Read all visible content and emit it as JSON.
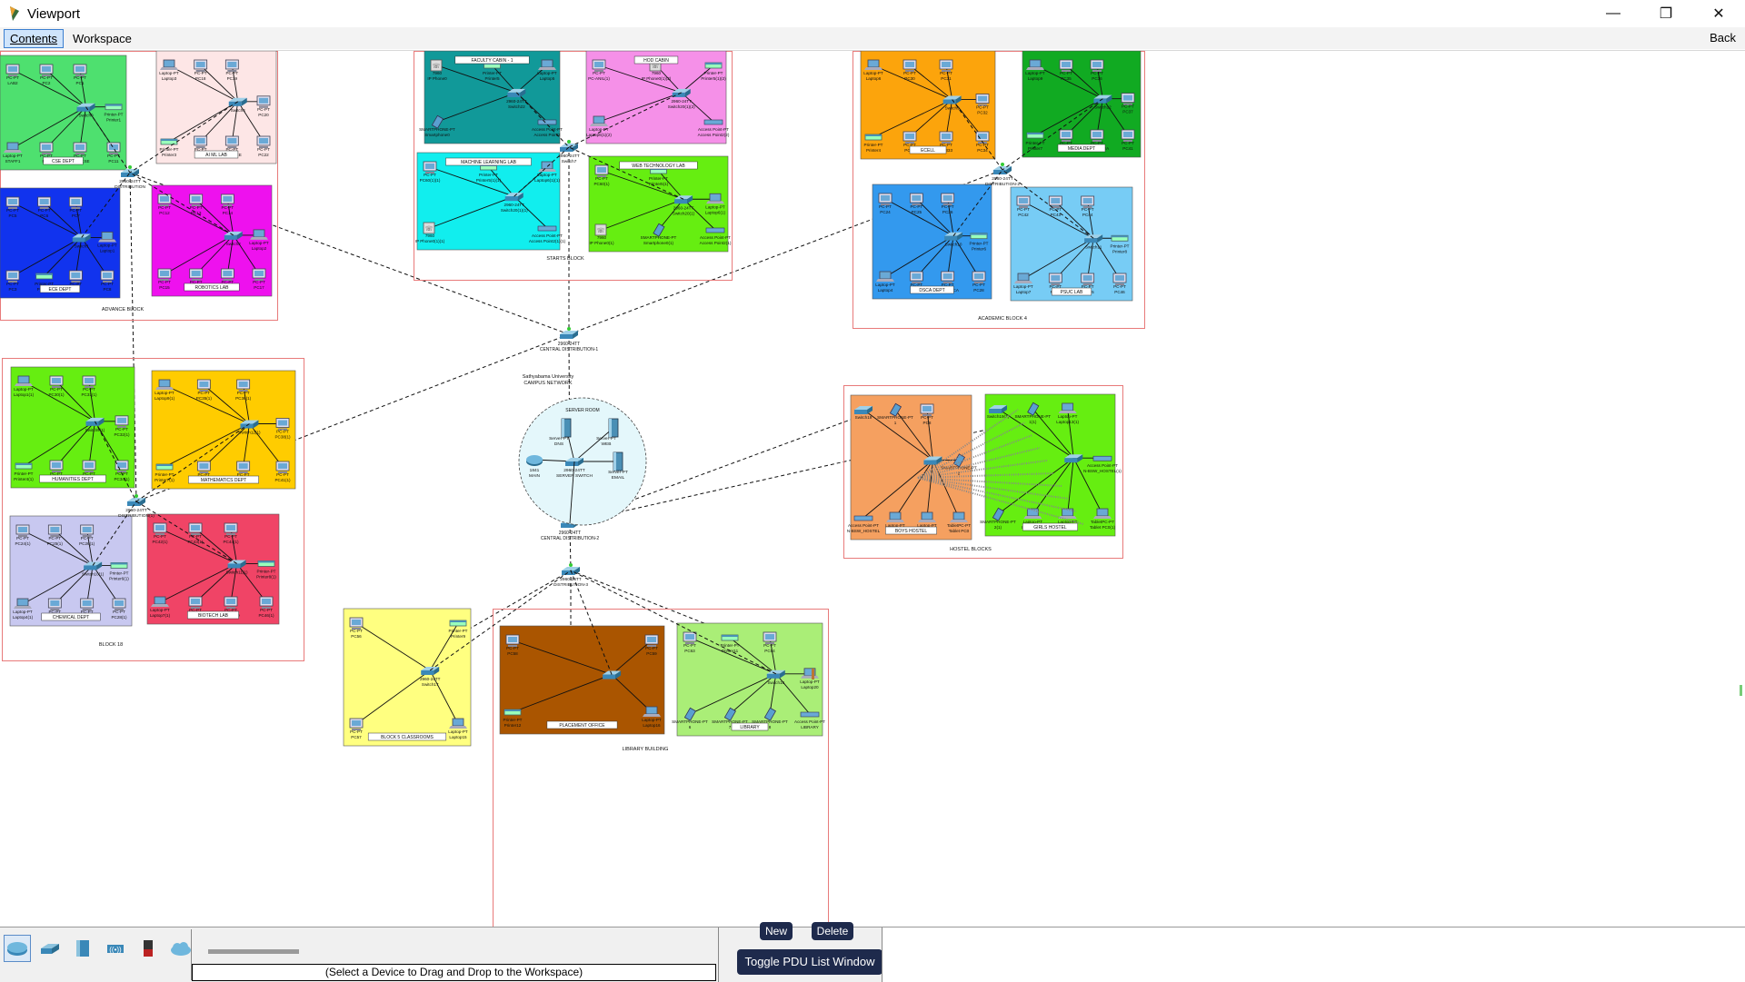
{
  "window": {
    "title": "Viewport"
  },
  "menu": {
    "contents": "Contents",
    "workspace": "Workspace",
    "back": "Back"
  },
  "bottom": {
    "device_hint": "(Select a Device to Drag and Drop to the Workspace)",
    "new_label": "New",
    "delete_label": "Delete",
    "toggle_label": "Toggle PDU List Window",
    "device_icons": [
      "router-icon",
      "switch-icon",
      "hub-icon",
      "wireless-icon",
      "security-icon",
      "wan-cloud-icon"
    ]
  },
  "network": {
    "center_title": "Sathyabama University",
    "center_subtitle": "CAMPUS NETWORK",
    "central_dist_1": "2960-24TT\nCENTRAL DISTRIBUTION-1",
    "central_dist_2": "2960-24TT\nCENTRAL DISTRIBUTION-2",
    "server_room": {
      "label": "SERVER ROOM",
      "devices": [
        "Server-PT\nDNS",
        "Server-PT\nWEB",
        "1841\nMAIN",
        "2960-24TT\nSERVER SWITCH",
        "Server-PT\nEMAIL"
      ]
    },
    "blocks": [
      {
        "label": "ADVANCE BLOCK",
        "dist": "2960-24TT\nDISTRIBUTION",
        "colors": {
          "border": "#e87a7a"
        },
        "rooms": [
          {
            "label": "CSE DEPT",
            "color": "#4ee06f",
            "devices": [
              "PC-PT\nLAB2",
              "PC-PT\nPC2",
              "PC-PT\nPC1",
              "Printer-PT\nPrinter1",
              "Laptop-PT\nSTAFF1",
              "PC-PT\nPC9",
              "PC-PT\nHOD-CSE",
              "PC-PT\nPC11"
            ],
            "switch": "Switch0"
          },
          {
            "label": "AI ML LAB",
            "color": "#fde6e6",
            "devices": [
              "Laptop-PT\nLaptop3",
              "PC-PT\nPC18",
              "PC-PT\nPC19",
              "PC-PT\nPC20",
              "Printer-PT\nPrinter3",
              "PC-PT\nPC23",
              "PC-PT\nHOD-EEE",
              "PC-PT\nPC22"
            ],
            "switch": "Switch4"
          },
          {
            "label": "ECE DEPT",
            "color": "#1133ee",
            "devices": [
              "PC-PT\nPC5",
              "PC-PT\nPC6",
              "PC-PT\nPC7",
              "Laptop-PT\nLaptop1",
              "PC-PT\nPC3",
              "Printer-PT\nPrinter2",
              "PC-PT\nPC4",
              "PC-PT\nPC8"
            ],
            "switch": "Switch1"
          },
          {
            "label": "ROBOTICS LAB",
            "color": "#ee11ee",
            "devices": [
              "PC-PT\nPC12",
              "PC-PT\nPC13",
              "PC-PT\nPC14",
              "Laptop-PT\nLaptop2",
              "PC-PT\nPC15",
              "PC-PT\nHOD-ECE",
              "PC-PT\nPC16",
              "PC-PT\nPC17"
            ],
            "switch": "Switch2"
          }
        ]
      },
      {
        "label": "STARTS BLOCK",
        "dist": "2960-24TT\nSwitch7",
        "rooms": [
          {
            "label": "FACULTY CABIN - 1",
            "color": "#119999",
            "devices": [
              "7960\nIP Phone0",
              "Printer-PT\nPrinter5",
              "Laptop-PT\nLaptop5",
              "SMARTPHONE-PT\nSmartphone0",
              "Access Point-PT\nAccess Point2"
            ],
            "switch": "2960-24TT\nSwitch22"
          },
          {
            "label": "HOD CABIN",
            "color": "#f590e8",
            "devices": [
              "PC-PT\nPC-ANIL(1)",
              "7960\nIP Phone0(1)(2)",
              "Printer-PT\nPrinter5(1)(2)",
              "Laptop-PT\nLaptop6(1)(2)",
              "Access Point-PT\nAccess Point2(2)"
            ],
            "switch": "2960-24TT\nSwitch20(1)(2)"
          },
          {
            "label": "MACHINE LEARNING LAB",
            "color": "#11eeee",
            "devices": [
              "PC-PT\nPC60(1)(1)",
              "Printer-PT\nPrinter5(1)(1)",
              "Laptop-PT\nLaptop6(1)(1)",
              "7960\nIP Phone0(1)(1)",
              "Access Point-PT\nAccess Point2(1)(1)"
            ],
            "switch": "2960-24TT\nSwitch20(1)(1)"
          },
          {
            "label": "WEB TECHNOLOGY LAB",
            "color": "#66ee11",
            "devices": [
              "PC-PT\nPC60(1)",
              "Printer-PT\nPrinter5(1)",
              "Laptop-PT\nLaptop6(1)",
              "7960\nIP Phone0(1)",
              "SMARTPHONE-PT\nSmartphone0(1)",
              "Access Point-PT\nAccess Point2(1)"
            ],
            "switch": "2960-24TT\nSwitch20(1)"
          }
        ]
      },
      {
        "label": "ACADEMIC BLOCK 4",
        "dist": "2960-24TT\nDISTRIBUTION-2",
        "rooms": [
          {
            "label": "ECELL",
            "color": "#fca40c",
            "devices": [
              "Laptop-PT\nLaptop6",
              "PC-PT\nPC30",
              "PC-PT\nPC31",
              "PC-PT\nPC32",
              "Printer-PT\nPrinter4",
              "PC-PT\nPC33",
              "PC-PT\nPC333",
              "PC-PT\nPC34"
            ],
            "switch": "Switch9"
          },
          {
            "label": "MEDIA DEPT",
            "color": "#11aa22",
            "devices": [
              "Laptop-PT\nLaptop9",
              "PC-PT\nPC35",
              "PC-PT\nPC36",
              "PC-PT\nPC37",
              "Printer-PT\nPrinter7",
              "PC-PT\nPC39",
              "PC-PT\nHOD-MEDIA",
              "PC-PT\nPC41"
            ],
            "switch": "Switch12"
          },
          {
            "label": "DSCA DEPT",
            "color": "#3399ee",
            "devices": [
              "PC-PT\nPC24",
              "PC-PT\nPC25",
              "PC-PT\nPC26",
              "Printer-PT\nPrinter6",
              "Laptop-PT\nLaptop4",
              "PC-PT\nPC27",
              "PC-PT\nHOD-DSCA",
              "PC-PT\nPC28"
            ],
            "switch": "Switch10"
          },
          {
            "label": "PSUC LAB",
            "color": "#77ccf5",
            "devices": [
              "PC-PT\nPC42",
              "PC-PT\nPC43",
              "PC-PT\nPC44",
              "Printer-PT\nPrinter8",
              "Laptop-PT\nLaptop7",
              "PC-PT\nPC45",
              "PC-PT\nPC455",
              "PC-PT\nPC46"
            ],
            "switch": "Switch11"
          }
        ]
      },
      {
        "label": "BLOCK 18",
        "dist": "2960-24TT\nDISTRIBUTION(1)",
        "rooms": [
          {
            "label": "HUMANITIES DEPT",
            "color": "#66ee11",
            "devices": [
              "Laptop-PT\nLaptop1(1)",
              "PC-PT\nPC30(1)",
              "PC-PT\nPC31(1)",
              "PC-PT\nPC32(1)",
              "Printer-PT\nPrinter4(1)",
              "PC-PT\nPC33(1)",
              "PC-PT\nHOD-HUM",
              "PC-PT\nPC34(1)"
            ],
            "switch": "Switch9(1)"
          },
          {
            "label": "MATHEMATICS DEPT",
            "color": "#ffcc00",
            "devices": [
              "Laptop-PT\nLaptop9(1)",
              "PC-PT\nPC35(1)",
              "PC-PT\nPC36(1)",
              "PC-PT\nPC38(1)",
              "Printer-PT\nPrinter7(1)",
              "PC-PT\nPC39(1)",
              "PC-PT\nHOD-MAT",
              "PC-PT\nPC41(1)"
            ],
            "switch": "Switch12(1)"
          },
          {
            "label": "CHEMICAL DEPT",
            "color": "#c8c8f0",
            "devices": [
              "PC-PT\nPC24(1)",
              "PC-PT\nPC25(1)",
              "PC-PT\nPC26(1)",
              "Printer-PT\nPrinter6(1)",
              "Laptop-PT\nLaptop4(1)",
              "PC-PT\nPC27(1)",
              "PC-PT\nHOD-CHEM",
              "PC-PT\nPC28(1)"
            ],
            "switch": "Switch10(1)"
          },
          {
            "label": "BIOTECH LAB",
            "color": "#f04466",
            "devices": [
              "PC-PT\nPC42(1)",
              "PC-PT\nPC43(1)",
              "PC-PT\nPC44(1)",
              "Printer-PT\nPrinter8(1)",
              "Laptop-PT\nLaptop7(1)",
              "PC-PT\nPC45(1)",
              "PC-PT\nHOD-BIO",
              "PC-PT\nPC46(1)"
            ],
            "switch": "Switch11(1)"
          }
        ]
      },
      {
        "label": "HOSTEL BLOCKS",
        "rooms": [
          {
            "label": "BOYS HOSTEL",
            "color": "#f5a060",
            "devices": [
              "Switch19",
              "SMARTPHONE-PT\n1",
              "PC-PT\nPC8",
              "SMARTPHONE-PT\n2",
              "Access Point-PT\nN-BSW_HOSTEL",
              "Laptop-PT\nLaptop12",
              "Laptop-PT\nLaptop1",
              "TabletPC-PT\nTablet PC0"
            ],
            "switch": ""
          },
          {
            "label": "GIRLS HOSTEL",
            "color": "#66ee11",
            "devices": [
              "Switch19(1)",
              "SMARTPHONE-PT\n1(1)",
              "Laptop-PT\nLaptop13(1)",
              "Access Point-PT\nN-BSW_HOSTEL(1)",
              "SMARTPHONE-PT\n2(1)",
              "Laptop-PT\nLaptop12(1)",
              "Laptop-PT\nLaptop1(1)",
              "TabletPC-PT\nTablet PC0(1)"
            ],
            "switch": ""
          }
        ]
      },
      {
        "label": "LIBRARY BUILDING",
        "dist": "2960-24TT\nDISTRIBUTION-3",
        "rooms": [
          {
            "label": "BLOCK 5 CLASSROOMS",
            "color": "#ffff80",
            "devices": [
              "PC-PT\nPC56",
              "Printer-PT\nPrinter9",
              "PC-PT\nPC57",
              "Laptop-PT\nLaptop15"
            ],
            "switch": "2960-24TT\nSwitch17"
          },
          {
            "label": "PLACEMENT OFFICE",
            "color": "#aa5500",
            "devices": [
              "PC-PT\nPC58",
              "PC-PT\nPC59",
              "Printer-PT\nPrinter12",
              "Laptop-PT\nLaptop16"
            ],
            "switch": ""
          },
          {
            "label": "LIBRARY",
            "color": "#aaee77",
            "devices": [
              "PC-PT\nPC63",
              "Printer-PT\nPrinter11",
              "PC-PT\nPC64",
              "Laptop-PT\nLaptop20",
              "SMARTPHONE-PT\n6",
              "SMARTPHONE-PT\n7",
              "SMARTPHONE-PT\n8",
              "Access Point-PT\nLIBRARY"
            ],
            "switch": "Switch18"
          }
        ]
      }
    ]
  }
}
